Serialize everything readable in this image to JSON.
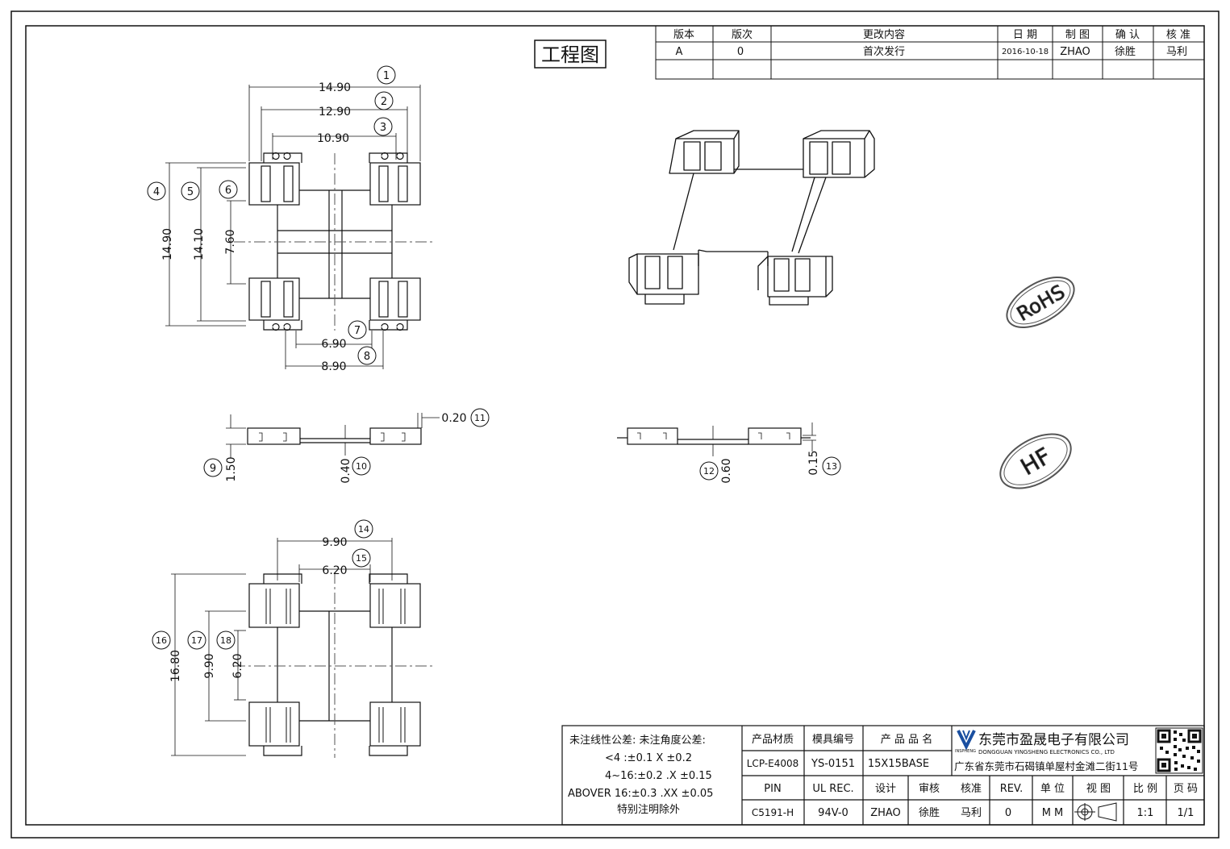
{
  "title": "工程图",
  "revision_table": {
    "headers": [
      "版本",
      "版次",
      "更改内容",
      "日 期",
      "制 图",
      "确 认",
      "核 准"
    ],
    "rows": [
      [
        "A",
        "0",
        "首次发行",
        "2016-10-18",
        "ZHAO",
        "徐胜",
        "马利"
      ],
      [
        "",
        "",
        "",
        "",
        "",
        "",
        ""
      ]
    ]
  },
  "dimensions": {
    "top_view": {
      "d1": "14.90",
      "d2": "12.90",
      "d3": "10.90",
      "d4": "14.90",
      "d5": "14.10",
      "d6": "7.60",
      "d7": "6.90",
      "d8": "8.90"
    },
    "side_view": {
      "d9": "1.50",
      "d10": "0.40",
      "d11": "0.20"
    },
    "side_view_right": {
      "d12": "0.60",
      "d13": "0.15"
    },
    "bottom_view": {
      "d14": "9.90",
      "d15": "6.20",
      "d16": "16.80",
      "d17": "9.90",
      "d18": "6.20"
    }
  },
  "callouts": [
    "1",
    "2",
    "3",
    "4",
    "5",
    "6",
    "7",
    "8",
    "9",
    "10",
    "11",
    "12",
    "13",
    "14",
    "15",
    "16",
    "17",
    "18"
  ],
  "stamps": {
    "rohs": "RoHS",
    "hf": "HF"
  },
  "tolerance": {
    "line1": "未注线性公差:  未注角度公差:",
    "line2": "<4 :±0.1  X ±0.2",
    "line3": "4~16:±0.2  .X ±0.15",
    "line4": "ABOVER 16:±0.3  .XX ±0.05",
    "line5": "特别注明除外"
  },
  "title_block": {
    "headers1": [
      "产品材质",
      "模具编号",
      "产 品 品 名"
    ],
    "values1": [
      "LCP-E4008",
      "YS-0151",
      "15X15BASE"
    ],
    "headers2": [
      "PIN",
      "UL REC.",
      "设计",
      "审核",
      "核准",
      "REV.",
      "单 位",
      "视 图",
      "比 例",
      "页 码"
    ],
    "values2": [
      "C5191-H",
      "94V-0",
      "ZHAO",
      "徐胜",
      "马利",
      "0",
      "M M",
      "",
      "1:1",
      "1/1"
    ],
    "company_cn": "东莞市盈晟电子有限公司",
    "company_en": "DONGGUAN YINGSHENG ELECTRONICS CO., LTD",
    "logo_text": "INSPHENG",
    "address": "广东省东莞市石碣镇单屋村金滩二街11号"
  },
  "colors": {
    "line": "#111111",
    "paper": "#ffffff",
    "hidden_line": "#555555"
  }
}
